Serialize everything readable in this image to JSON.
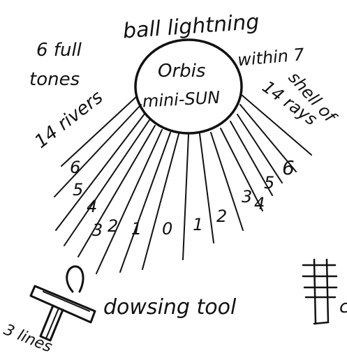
{
  "labels": {
    "title": "ball lightning",
    "sun_line1": "Orbis",
    "sun_line2": "mini-SUN",
    "within": "within 7",
    "full_tones_1": "6 full",
    "full_tones_2": "tones",
    "rivers": "14 rivers",
    "shell_of": "shell of",
    "rays": "14 rays",
    "tool": "dowsing tool",
    "lines": "3 lines",
    "cut_char": "c"
  },
  "ray_numbers": [
    "6",
    "5",
    "4",
    "3",
    "2",
    "1",
    "0",
    "1",
    "2",
    "3",
    "4",
    "5",
    "6"
  ],
  "colors": {
    "ink": "#111111",
    "paper": "#ffffff"
  }
}
